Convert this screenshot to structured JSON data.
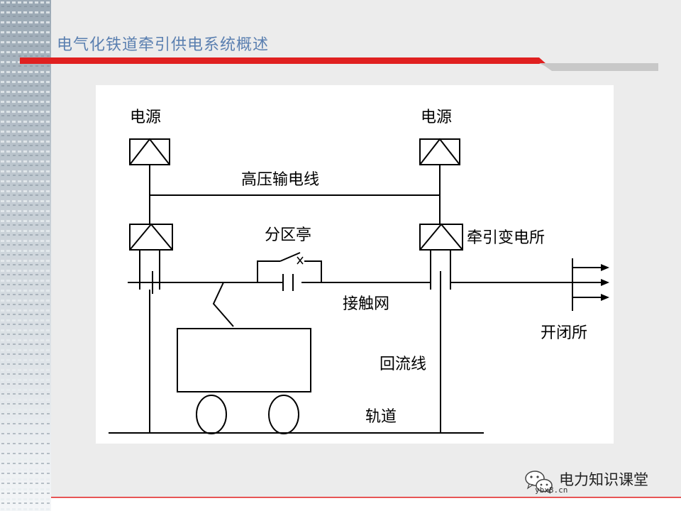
{
  "slide": {
    "title": "电气化铁道牵引供电系统概述"
  },
  "diagram": {
    "labels": {
      "power_source_left": "电源",
      "power_source_right": "电源",
      "hv_line": "高压输电线",
      "section_post": "分区亭",
      "traction_substation": "牵引变电所",
      "catenary": "接触网",
      "switching_station": "开闭所",
      "return_line": "回流线",
      "track": "轨道"
    }
  },
  "watermark": {
    "text": "电力知识课堂",
    "url": "ybx8.cn"
  },
  "colors": {
    "title": "#5a7fb0",
    "accent_red": "#e02020",
    "line": "#000000",
    "diagram_bg": "#ffffff",
    "slide_bg": "#ebebeb"
  }
}
